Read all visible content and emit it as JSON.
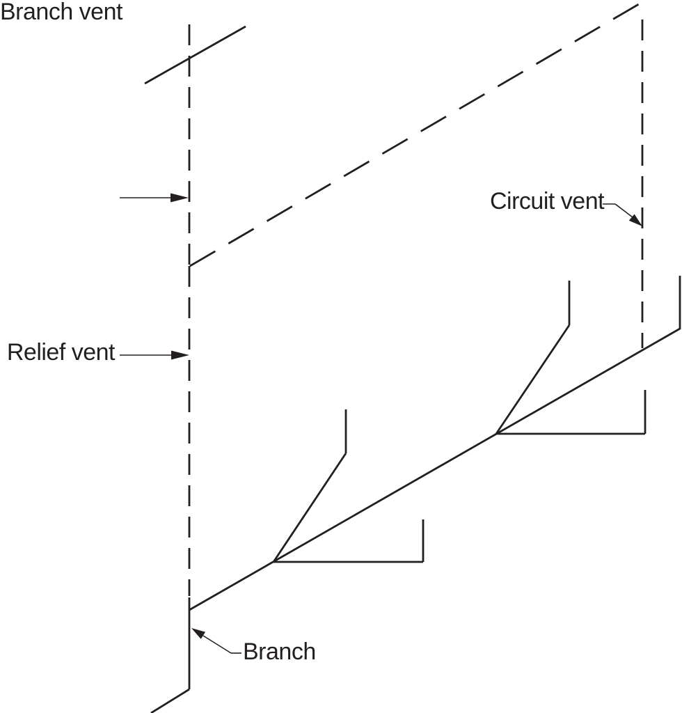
{
  "diagram": {
    "type": "plumbing-vent-piping-diagram",
    "labels": {
      "branch_vent": "Branch vent",
      "circuit_vent": "Circuit vent",
      "relief_vent": "Relief vent",
      "branch": "Branch"
    },
    "colors": {
      "line": "#231f20",
      "background": "#ffffff",
      "text": "#231f20"
    }
  }
}
